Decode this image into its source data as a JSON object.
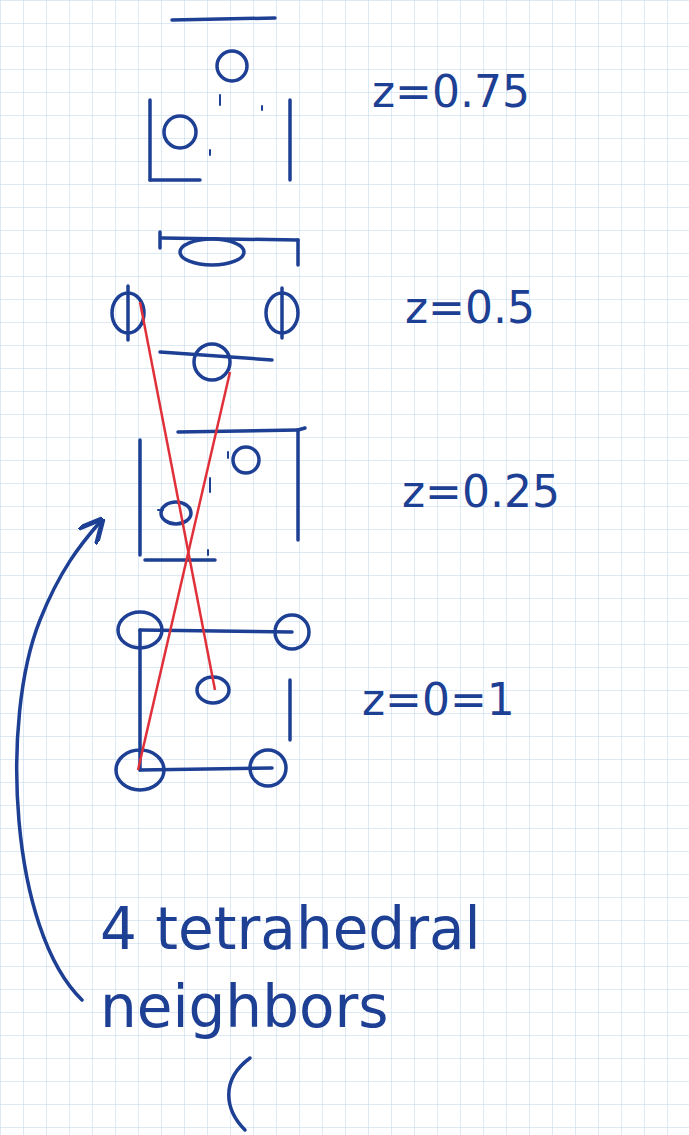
{
  "diagram": {
    "labels": [
      "z=0.75",
      "z=0.5",
      "z=0.25",
      "z=0=1",
      "4 tetrahedral neighbors"
    ]
  }
}
